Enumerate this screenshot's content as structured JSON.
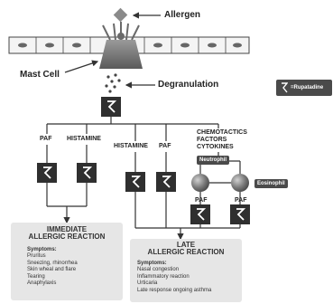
{
  "labels": {
    "allergen": "Allergen",
    "mast_cell": "Mast Cell",
    "degranulation": "Degranulation",
    "paf_left": "PAF",
    "histamine_left": "HISTAMINE",
    "histamine_mid": "HISTAMINE",
    "paf_mid": "PAF",
    "chemotactics": "CHEMOTACTICS",
    "factors": "FACTORS",
    "cytokines": "CYTOKINES",
    "neutrophil": "Neutrophil",
    "eosinophil": "Eosinophil",
    "paf_neutro": "PAF",
    "paf_eosino": "PAF"
  },
  "legend": {
    "text": "=Rupatadine"
  },
  "immediate": {
    "title_line1": "IMMEDIATE",
    "title_line2": "ALLERGIC REACTION",
    "symptoms_title": "Symptoms:",
    "symptoms": [
      "Pruritus",
      "Sneezing, rhinorrhea",
      "Skin wheal and flare",
      "Tearing",
      "Anaphylaxis"
    ]
  },
  "late": {
    "title_line1": "LATE",
    "title_line2": "ALLERGIC REACTION",
    "symptoms_title": "Symptoms:",
    "symptoms": [
      "Nasal congestion",
      "Inflammatory reaction",
      "Urticaria",
      "Late response ongoing asthma"
    ]
  },
  "colors": {
    "block": "#2f2f2f",
    "tag": "#4a4a4a",
    "box": "#e6e6e6",
    "cell": "#7a7a7a",
    "line": "#333333"
  },
  "icons": [
    "allergen-diamond-icon",
    "rupatadine-symbol-icon",
    "mast-cell-icon",
    "neutrophil-cell-icon",
    "eosinophil-cell-icon"
  ]
}
